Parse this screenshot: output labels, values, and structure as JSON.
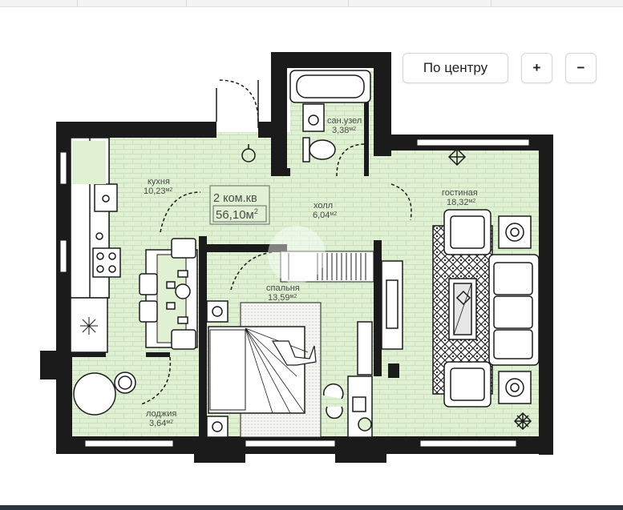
{
  "controls": {
    "center_label": "По центру",
    "zoom_in_label": "+",
    "zoom_out_label": "−"
  },
  "plan": {
    "apartment_type": "2 ком.кв",
    "total_area": "56,10м",
    "total_area_sup": "2",
    "rooms": [
      {
        "name": "кухня",
        "area": "10,23",
        "unit": "м2"
      },
      {
        "name": "сан.узел",
        "area": "3,38",
        "unit": "м2"
      },
      {
        "name": "холл",
        "area": "6,04",
        "unit": "м2"
      },
      {
        "name": "гостиная",
        "area": "18,32",
        "unit": "м2"
      },
      {
        "name": "спальня",
        "area": "13,59",
        "unit": "м2"
      },
      {
        "name": "лоджия",
        "area": "3,64",
        "unit": "м2"
      }
    ]
  },
  "colors": {
    "floor": "#dff0d3",
    "wall": "#1b1b1b",
    "brick_line": "#c9e0bb",
    "button_border": "#d6d6d6"
  }
}
